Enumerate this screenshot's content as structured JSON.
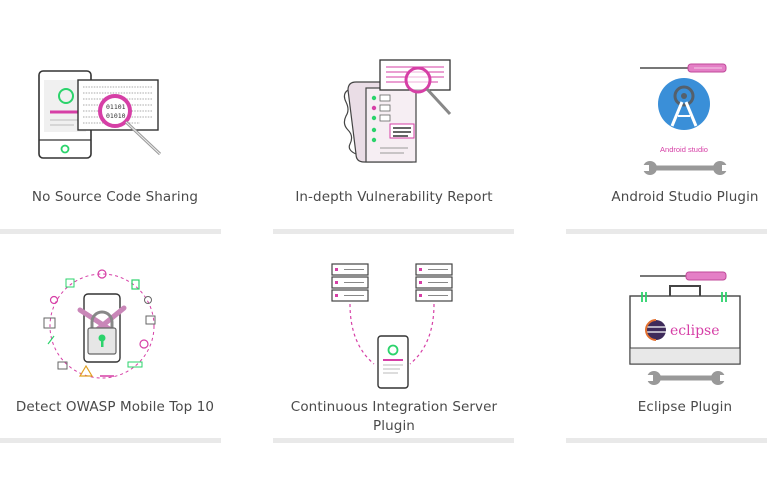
{
  "features": [
    {
      "id": "no-source",
      "label": "No Source Code Sharing",
      "binary_text_1": "01101",
      "binary_text_2": "01010"
    },
    {
      "id": "vuln-report",
      "label": "In-depth Vulnerability Report"
    },
    {
      "id": "android-studio",
      "label": "Android Studio Plugin",
      "logo_text": "Android studio"
    },
    {
      "id": "owasp",
      "label": "Detect OWASP Mobile Top 10"
    },
    {
      "id": "ci-server",
      "label": "Continuous Integration Server Plugin"
    },
    {
      "id": "eclipse",
      "label": "Eclipse Plugin",
      "logo_text": "eclipse"
    }
  ],
  "colors": {
    "magenta": "#d63fa6",
    "green": "#2bd36b",
    "outline": "#333333",
    "label": "#4a4a4a",
    "divider": "#e9e9e9",
    "android_blue": "#3a8fd8"
  }
}
